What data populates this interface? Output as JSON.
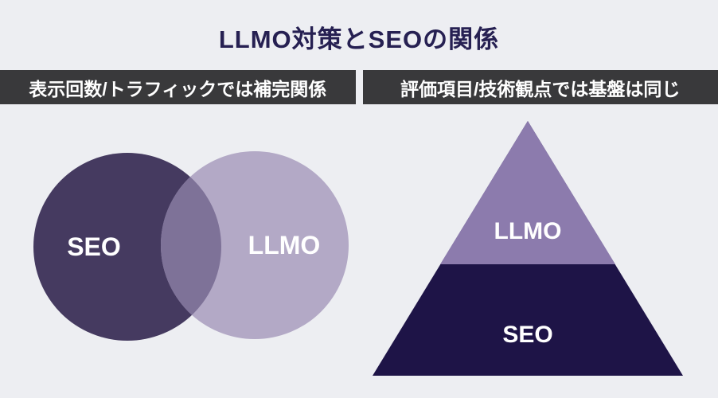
{
  "title": "LLMO対策とSEOの関係",
  "banners": {
    "left": "表示回数/トラフィックでは補完関係",
    "right": "評価項目/技術観点では基盤は同じ"
  },
  "venn": {
    "left_label": "SEO",
    "right_label": "LLMO",
    "left_color": "#453a60",
    "right_color": "#b3a9c6",
    "overlap_color": "#7e7298"
  },
  "pyramid": {
    "top_label": "LLMO",
    "bottom_label": "SEO",
    "top_color": "#8c7bad",
    "bottom_color": "#1e1447"
  },
  "colors": {
    "background": "#edeef2",
    "banner_background": "#39393b",
    "title_color": "#262052",
    "label_color": "#ffffff"
  }
}
